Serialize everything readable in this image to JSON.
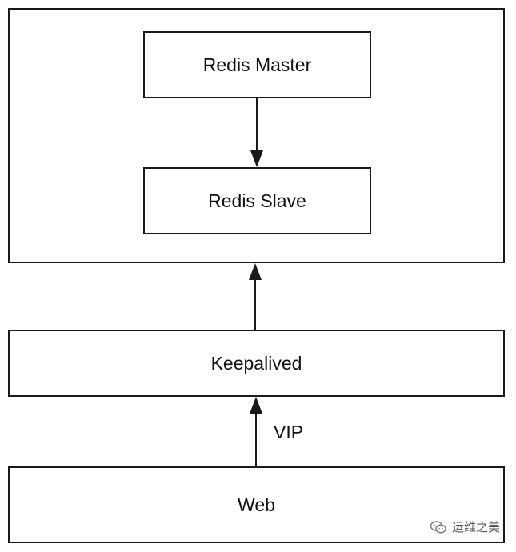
{
  "nodes": {
    "redis_master": {
      "label": "Redis Master"
    },
    "redis_slave": {
      "label": "Redis Slave"
    },
    "keepalived": {
      "label": "Keepalived"
    },
    "web": {
      "label": "Web"
    }
  },
  "edges": [
    {
      "from": "redis_master",
      "to": "redis_slave",
      "label": ""
    },
    {
      "from": "keepalived",
      "to": "redis_group",
      "label": ""
    },
    {
      "from": "web",
      "to": "keepalived",
      "label": "VIP"
    }
  ],
  "watermark": {
    "text": "运维之美",
    "icon": "wechat-icon"
  },
  "colors": {
    "stroke": "#1a1a1a",
    "text": "#111111"
  }
}
